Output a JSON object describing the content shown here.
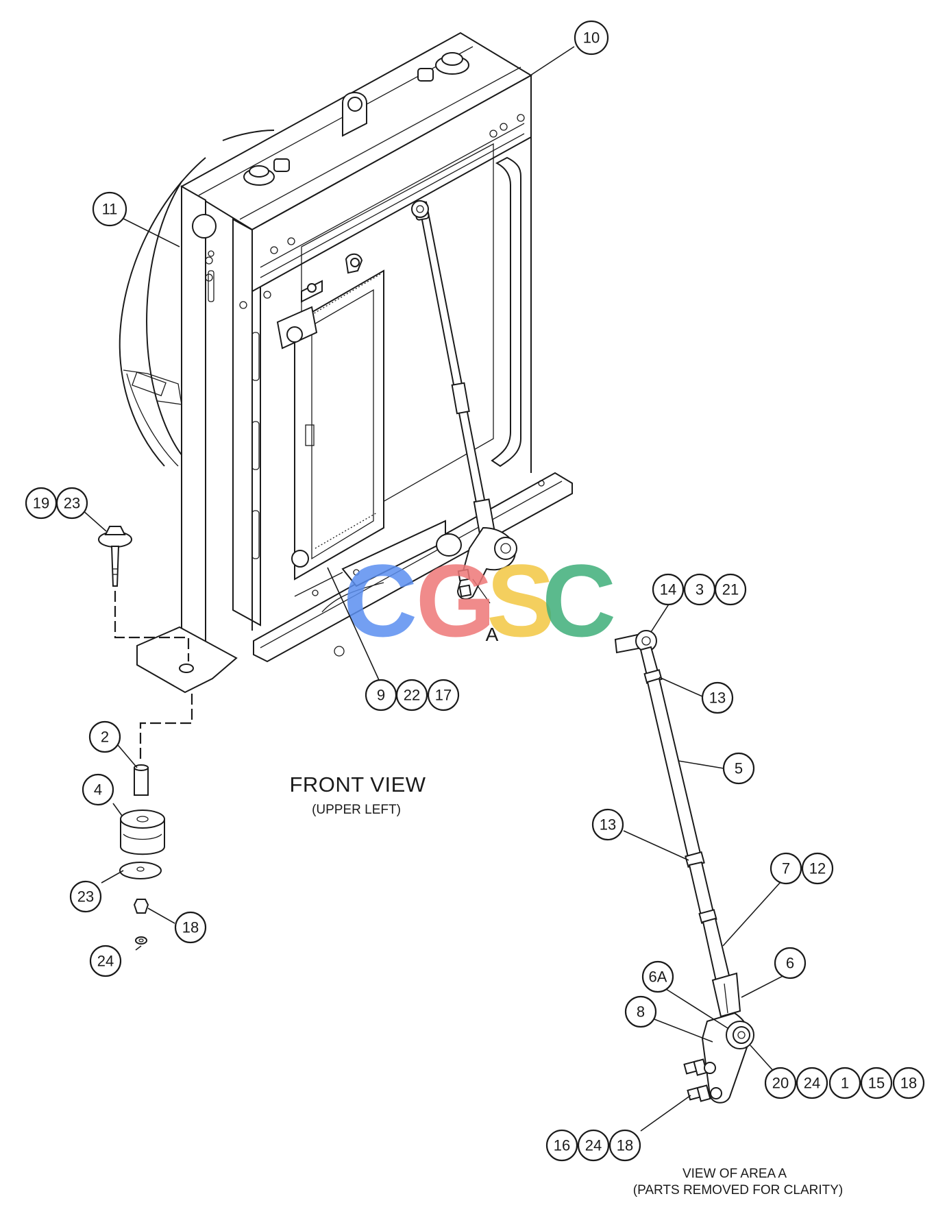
{
  "front_view": {
    "title": "FRONT VIEW",
    "subtitle": "(UPPER LEFT)"
  },
  "area_a_view": {
    "title": "VIEW OF AREA A",
    "subtitle": "(PARTS REMOVED FOR CLARITY)"
  },
  "area_marker": "A",
  "watermark": {
    "letters": [
      "C",
      "G",
      "S",
      "C"
    ],
    "colors": [
      "#5b8ff0",
      "#ee7777",
      "#f3c742",
      "#3fae7a"
    ]
  },
  "callouts": {
    "c10": "10",
    "c11": "11",
    "c19": "19",
    "c23a": "23",
    "c9": "9",
    "c22": "22",
    "c17": "17",
    "c2": "2",
    "c4": "4",
    "c23b": "23",
    "c18a": "18",
    "c24a": "24",
    "c14": "14",
    "c3": "3",
    "c21": "21",
    "c13a": "13",
    "c5": "5",
    "c13b": "13",
    "c7": "7",
    "c12": "12",
    "c6": "6",
    "c6a": "6A",
    "c8": "8",
    "c20": "20",
    "c24b": "24",
    "c1": "1",
    "c15": "15",
    "c18b": "18",
    "c16": "16",
    "c24c": "24",
    "c18c": "18"
  }
}
